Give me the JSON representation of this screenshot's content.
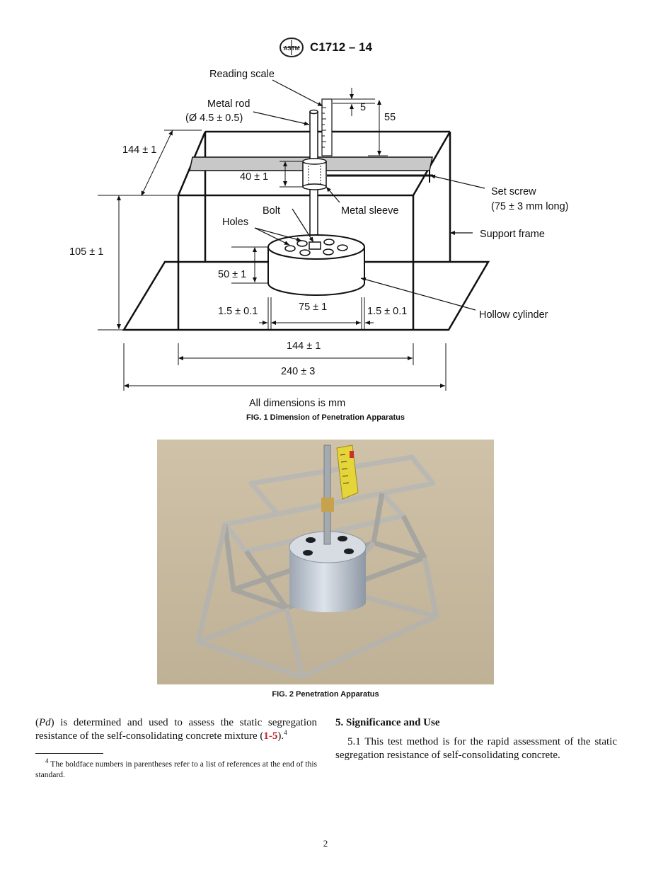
{
  "header": {
    "logo_text": "ASTM",
    "standard_code": "C1712 – 14"
  },
  "figure1": {
    "labels": {
      "reading_scale": "Reading scale",
      "metal_rod": "Metal rod",
      "metal_rod_dia": "(Ø 4.5 ± 0.5)",
      "dim_5": "5",
      "dim_55": "55",
      "dim_144_top": "144 ± 1",
      "dim_40": "40 ± 1",
      "set_screw": "Set screw",
      "set_screw_len": "(75 ± 3 mm long)",
      "bolt": "Bolt",
      "metal_sleeve": "Metal sleeve",
      "holes": "Holes",
      "support_frame": "Support frame",
      "dim_105": "105 ± 1",
      "dim_50": "50 ± 1",
      "dim_75": "75 ± 1",
      "dim_1_5_left": "1.5 ± 0.1",
      "dim_1_5_right": "1.5 ± 0.1",
      "hollow_cylinder": "Hollow cylinder",
      "dim_144_bottom": "144 ± 1",
      "dim_240": "240 ± 3",
      "all_dimensions": "All dimensions is mm"
    },
    "caption": "FIG. 1 Dimension of Penetration Apparatus"
  },
  "figure2": {
    "caption": "FIG. 2 Penetration Apparatus"
  },
  "body": {
    "left_paragraph_start": "(",
    "left_paragraph_pd": "Pd",
    "left_paragraph_rest": ") is determined and used to assess the static segregation resistance of the self-consolidating concrete mixture (",
    "left_paragraph_ref": "1-5",
    "left_paragraph_end": ").",
    "left_paragraph_footnote_marker": "4",
    "section_heading": "5.  Significance and Use",
    "paragraph_5_1": "5.1  This test method is for the rapid assessment of the static segregation resistance of self-consolidating concrete."
  },
  "footnote": {
    "marker": "4",
    "text": " The boldface numbers in parentheses refer to a list of references at the end of this standard."
  },
  "page_number": "2"
}
